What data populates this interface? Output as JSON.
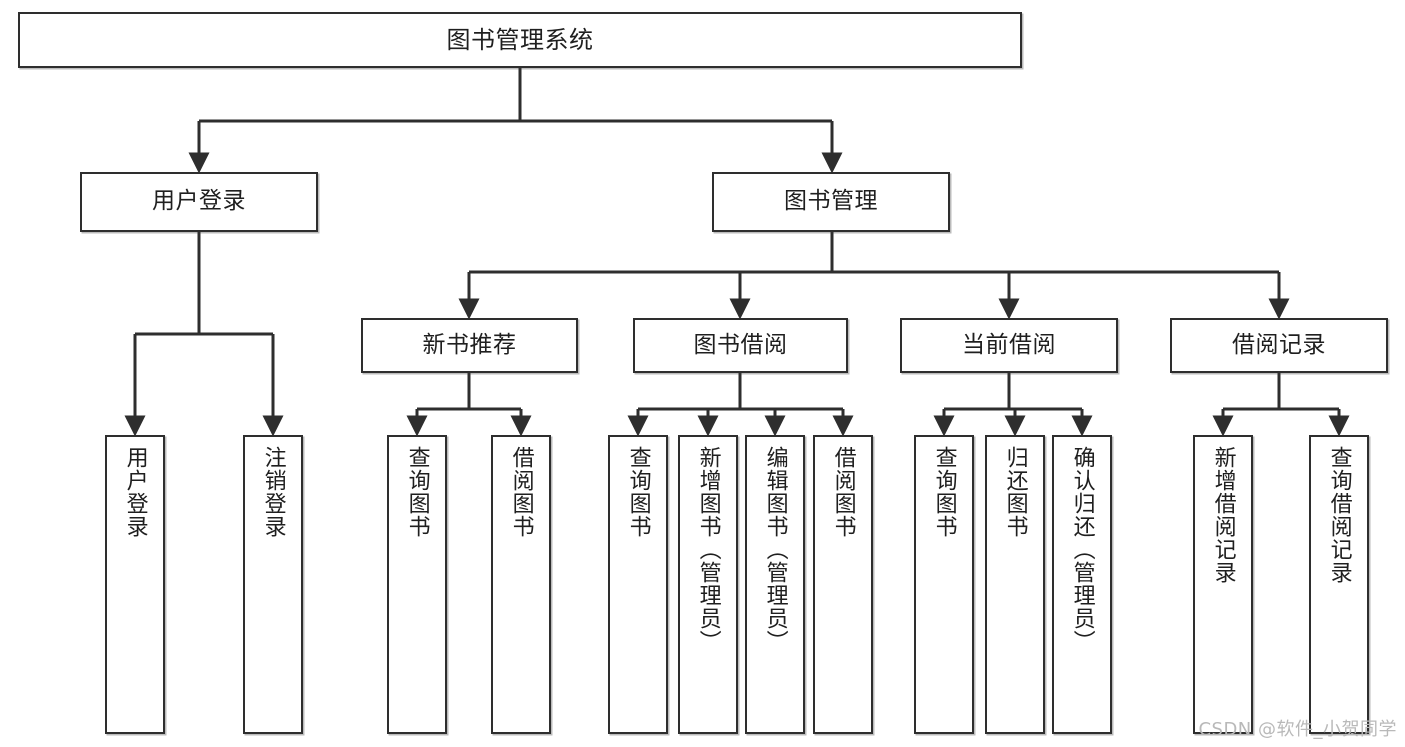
{
  "diagram": {
    "type": "tree-hierarchy-chart",
    "title": "图书管理系统",
    "watermark": "CSDN @软件_小贺同学",
    "colors": {
      "stroke": "#2e2e2e",
      "fill": "#ffffff",
      "text": "#1f1f1f",
      "watermark": "#b9b9b9"
    },
    "nodes": {
      "root": {
        "label": "图书管理系统"
      },
      "level2": [
        {
          "id": "user-login",
          "label": "用户登录"
        },
        {
          "id": "book-manage",
          "label": "图书管理"
        }
      ],
      "level3": [
        {
          "id": "new-book-recommend",
          "label": "新书推荐"
        },
        {
          "id": "book-borrow",
          "label": "图书借阅"
        },
        {
          "id": "current-borrow",
          "label": "当前借阅"
        },
        {
          "id": "borrow-record",
          "label": "借阅记录"
        }
      ],
      "leaves": {
        "user-login": [
          {
            "id": "leaf-user-login",
            "label": "用户登录"
          },
          {
            "id": "leaf-user-logout",
            "label": "注销登录"
          }
        ],
        "new-book-recommend": [
          {
            "id": "leaf-query-book-1",
            "label": "查询图书"
          },
          {
            "id": "leaf-borrow-book-1",
            "label": "借阅图书"
          }
        ],
        "book-borrow": [
          {
            "id": "leaf-query-book-2",
            "label": "查询图书"
          },
          {
            "id": "leaf-add-book",
            "label": "新增图书（管理员）"
          },
          {
            "id": "leaf-edit-book",
            "label": "编辑图书（管理员）"
          },
          {
            "id": "leaf-borrow-book-2",
            "label": "借阅图书"
          }
        ],
        "current-borrow": [
          {
            "id": "leaf-query-book-3",
            "label": "查询图书"
          },
          {
            "id": "leaf-return-book",
            "label": "归还图书"
          },
          {
            "id": "leaf-confirm-return",
            "label": "确认归还（管理员）"
          }
        ],
        "borrow-record": [
          {
            "id": "leaf-add-record",
            "label": "新增借阅记录"
          },
          {
            "id": "leaf-query-record",
            "label": "查询借阅记录"
          }
        ]
      }
    }
  }
}
